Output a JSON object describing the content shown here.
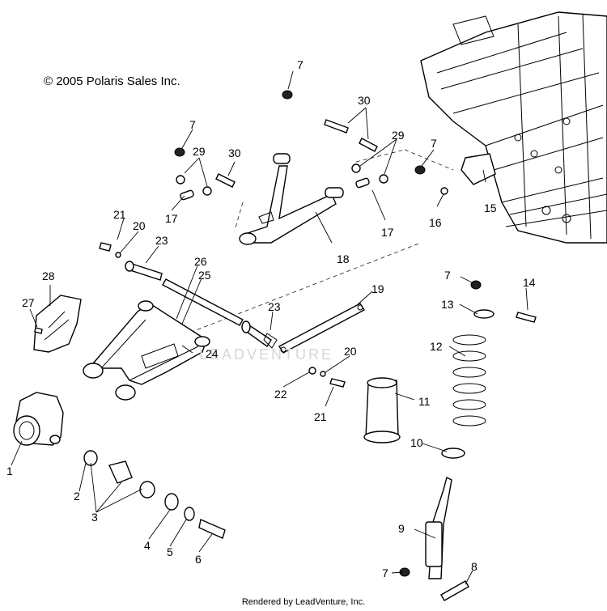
{
  "diagram": {
    "copyright": "© 2005 Polaris Sales Inc.",
    "footer": "Rendered by LeadVenture, Inc.",
    "watermark": "LEADVENTURE",
    "callouts": [
      {
        "id": "c1",
        "text": "1"
      },
      {
        "id": "c2",
        "text": "2"
      },
      {
        "id": "c3",
        "text": "3"
      },
      {
        "id": "c4",
        "text": "4"
      },
      {
        "id": "c5",
        "text": "5"
      },
      {
        "id": "c6",
        "text": "6"
      },
      {
        "id": "c7a",
        "text": "7"
      },
      {
        "id": "c7b",
        "text": "7"
      },
      {
        "id": "c7c",
        "text": "7"
      },
      {
        "id": "c7d",
        "text": "7"
      },
      {
        "id": "c7e",
        "text": "7"
      },
      {
        "id": "c8",
        "text": "8"
      },
      {
        "id": "c9",
        "text": "9"
      },
      {
        "id": "c10",
        "text": "10"
      },
      {
        "id": "c11",
        "text": "11"
      },
      {
        "id": "c12",
        "text": "12"
      },
      {
        "id": "c13",
        "text": "13"
      },
      {
        "id": "c14",
        "text": "14"
      },
      {
        "id": "c15",
        "text": "15"
      },
      {
        "id": "c16",
        "text": "16"
      },
      {
        "id": "c17a",
        "text": "17"
      },
      {
        "id": "c17b",
        "text": "17"
      },
      {
        "id": "c18",
        "text": "18"
      },
      {
        "id": "c19",
        "text": "19"
      },
      {
        "id": "c20a",
        "text": "20"
      },
      {
        "id": "c20b",
        "text": "20"
      },
      {
        "id": "c21a",
        "text": "21"
      },
      {
        "id": "c21b",
        "text": "21"
      },
      {
        "id": "c22",
        "text": "22"
      },
      {
        "id": "c23a",
        "text": "23"
      },
      {
        "id": "c23b",
        "text": "23"
      },
      {
        "id": "c24",
        "text": "24"
      },
      {
        "id": "c25",
        "text": "25"
      },
      {
        "id": "c26",
        "text": "26"
      },
      {
        "id": "c27",
        "text": "27"
      },
      {
        "id": "c28",
        "text": "28"
      },
      {
        "id": "c29a",
        "text": "29"
      },
      {
        "id": "c29b",
        "text": "29"
      },
      {
        "id": "c30a",
        "text": "30"
      },
      {
        "id": "c30b",
        "text": "30"
      }
    ]
  }
}
